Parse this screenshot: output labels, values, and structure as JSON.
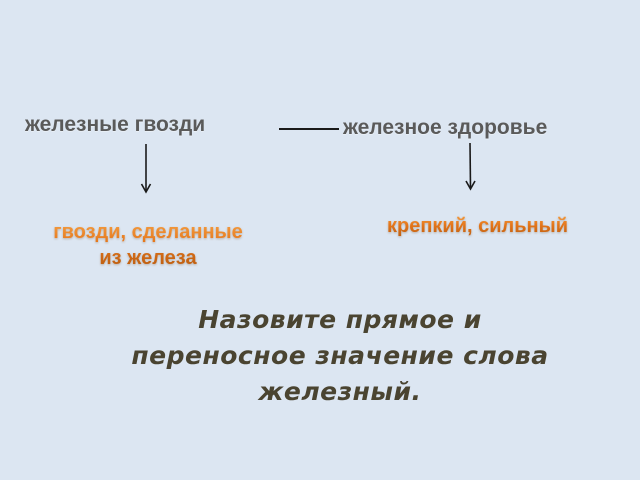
{
  "slide": {
    "background_color": "#dce6f2",
    "phrases": {
      "left": "железные гвозди",
      "right": "железное здоровье"
    },
    "meanings": {
      "left_line1": "гвозди, сделанные",
      "left_line2": "из железа",
      "right": "крепкий, сильный"
    },
    "question": {
      "line1": "Назовите прямое и",
      "line2": "переносное значение слова",
      "line3": "железный."
    },
    "colors": {
      "phrase_text": "#5a5a5a",
      "meaning_text": "#e07b1c",
      "question_text": "#4a4431",
      "lines": "#1a1a1a"
    },
    "icons": {
      "connector": "horizontal-line",
      "left_arrow": "arrow-down",
      "right_arrow": "arrow-down"
    }
  }
}
